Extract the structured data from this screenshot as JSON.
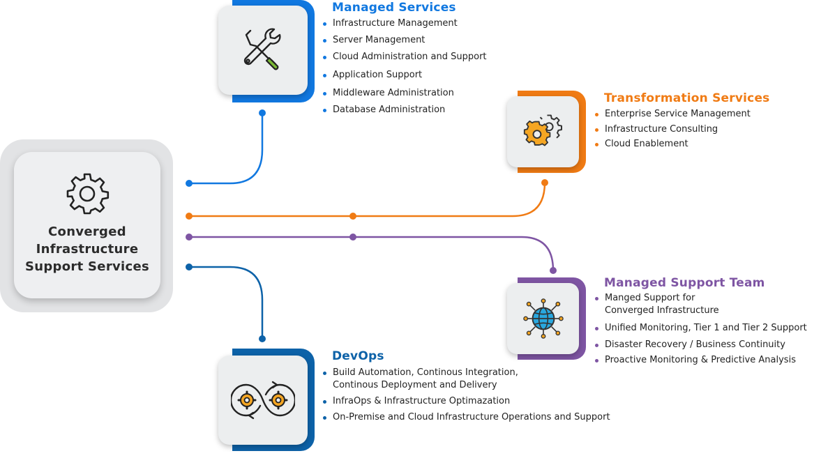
{
  "hub": {
    "icon": "gear-icon",
    "title_lines": [
      "Converged",
      "Infrastructure",
      "Support Services"
    ]
  },
  "sections": {
    "managed": {
      "title": "Managed Services",
      "color": "#1178e0",
      "icon": "wrench-screwdriver-icon",
      "items": [
        "Infrastructure Management",
        "Server Management",
        "Cloud Administration and Support",
        "Application Support",
        "Middleware Administration",
        "Database Administration"
      ]
    },
    "transformation": {
      "title": "Transformation Services",
      "color": "#f07b14",
      "icon": "gears-icon",
      "items": [
        "Enterprise Service Management",
        "Infrastructure Consulting",
        "Cloud Enablement"
      ]
    },
    "support_team": {
      "title": "Managed Support Team",
      "color": "#7e55a3",
      "icon": "globe-network-icon",
      "items": [
        [
          "Manged Support for",
          "Converged Infrastructure"
        ],
        "Unified Monitoring, Tier 1 and Tier 2 Support",
        "Disaster Recovery / Business Continuity",
        "Proactive Monitoring & Predictive Analysis"
      ]
    },
    "devops": {
      "title": "DevOps",
      "color": "#0d62a8",
      "icon": "devops-cycle-icon",
      "items": [
        [
          "Build Automation, Continous Integration,",
          "Continous Deployment and Delivery"
        ],
        "InfraOps & Infrastructure Optimazation",
        "On-Premise and Cloud Infrastructure Operations and Support"
      ]
    }
  }
}
